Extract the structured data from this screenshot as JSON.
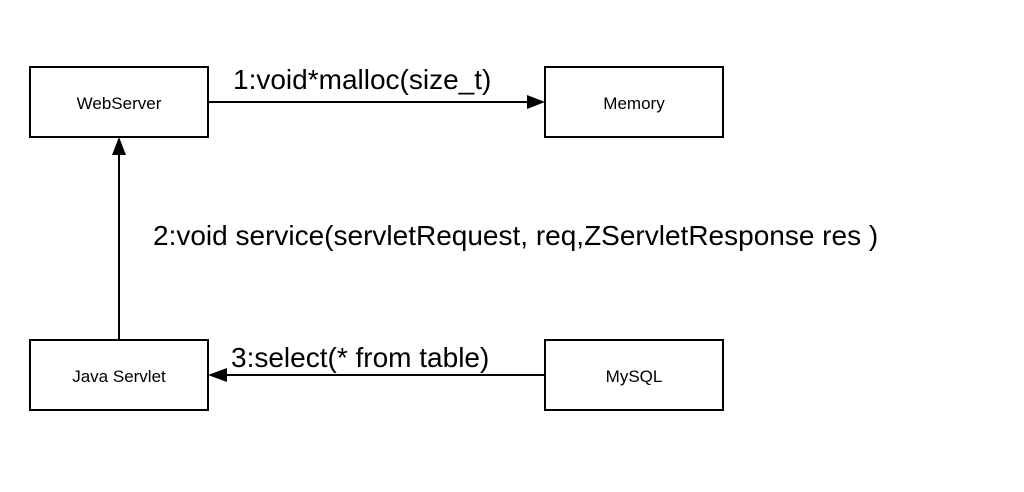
{
  "nodes": {
    "webserver": {
      "label": "WebServer"
    },
    "memory": {
      "label": "Memory"
    },
    "java_servlet": {
      "label": "Java Servlet"
    },
    "mysql": {
      "label": "MySQL"
    }
  },
  "messages": {
    "m1": {
      "label": "1:void*malloc(size_t)"
    },
    "m2": {
      "label": "2:void service(servletRequest, req,ZServletResponse res )"
    },
    "m3": {
      "label": "3:select(* from table)"
    }
  },
  "colors": {
    "stroke": "#000000",
    "fill": "#ffffff"
  }
}
